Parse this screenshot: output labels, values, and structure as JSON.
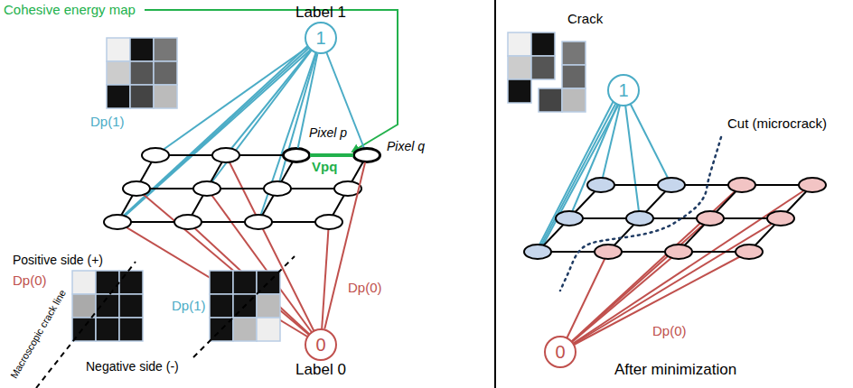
{
  "diagram": {
    "nodes": [
      {
        "text": [
          "1",
          "Label 1"
        ]
      },
      {
        "text": [
          "Pixel p"
        ]
      },
      {
        "text": [
          "Pixel q"
        ]
      },
      {
        "text": [
          "0",
          "Label 0"
        ]
      },
      {
        "text": [
          "1"
        ]
      },
      {
        "text": [
          "0"
        ]
      }
    ],
    "edges": [
      {
        "from": 0,
        "to": 1,
        "arrow": "none"
      },
      {
        "from": 1,
        "to": 2,
        "arrow": "none",
        "label": "Vpq"
      },
      {
        "from": 3,
        "to": 2,
        "arrow": "none"
      }
    ],
    "labels": [
      "Cohesive energy map",
      "Dp(1)",
      "Positive side (+)",
      "Dp(0)",
      "Macroscopic crack line",
      "Negative side (-)",
      "Dp(0)",
      "Dp(1)",
      "Crack",
      "Cut (microcrack)",
      "Dp(0)",
      "After minimization"
    ]
  }
}
